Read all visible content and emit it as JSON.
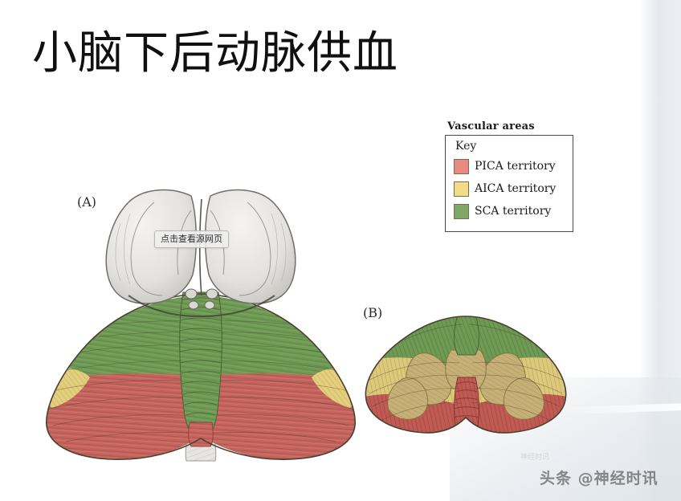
{
  "page": {
    "title": "小脑下后动脉供血",
    "background_color": "#ffffff"
  },
  "legend": {
    "heading": "Vascular areas",
    "key_label": "Key",
    "items": [
      {
        "label": "PICA territory",
        "color": "#e88a80",
        "abbr": "PICA"
      },
      {
        "label": "AICA territory",
        "color": "#f2dd86",
        "abbr": "AICA"
      },
      {
        "label": "SCA territory",
        "color": "#7fa868",
        "abbr": "SCA"
      }
    ]
  },
  "figures": {
    "panel_a": {
      "label": "(A)",
      "view": "superior / dorsal view of cerebellum with midbrain",
      "territories": [
        "SCA territory",
        "AICA territory",
        "PICA territory"
      ]
    },
    "panel_b": {
      "label": "(B)",
      "view": "inferior view of cerebellum",
      "territories": [
        "SCA territory",
        "AICA territory",
        "PICA territory"
      ]
    }
  },
  "overlay": {
    "source_link_text": "点击查看源网页"
  },
  "watermark": {
    "text": "头条 @神经时讯",
    "faint_text": "神经时讯"
  },
  "colors": {
    "pica_red": "#c4645c",
    "aica_yellow": "#e4cf7e",
    "sca_green": "#6f9a55",
    "brainstem_grey": "#e3e3e1",
    "tonsil_tan": "#c6b077",
    "outline": "#4a4032"
  }
}
